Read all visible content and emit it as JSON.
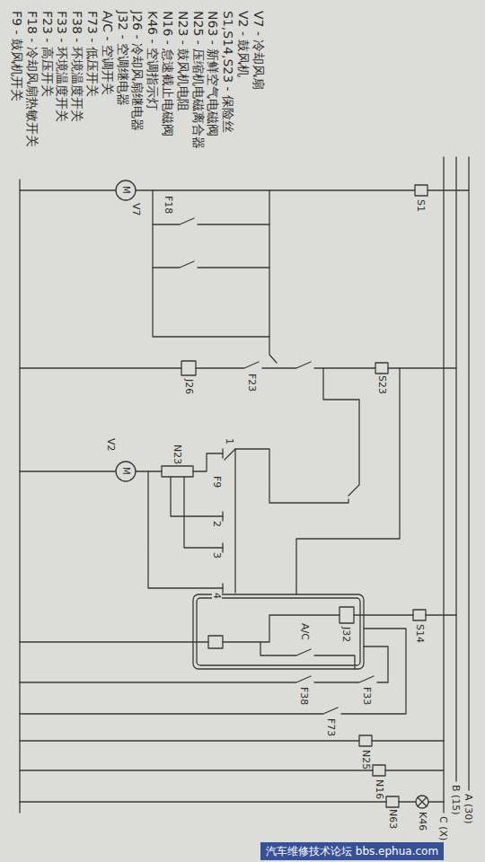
{
  "diagram": {
    "labels": [
      "F9 - 鼓风机开关",
      "F18 - 冷却风扇热敏开关",
      "F23 - 高压开关",
      "F33 - 环境温度开关",
      "F38 - 环境温度开关",
      "F73 - 低压开关",
      "A/C - 空调开关",
      "J32 - 空调继电器",
      "J26 - 冷却风扇继电器",
      "K46 - 空调指示灯",
      "N16 - 怠速截止电磁阀",
      "N23 - 鼓风机电阻",
      "N25 - 压缩机电磁离合器",
      "N63 - 新鲜空气电磁阀",
      "S1,S14,S23 - 保险丝",
      "V2 - 鼓风机",
      "V7 - 冷却风扇",
      "S1",
      "M",
      "V7",
      "F18",
      "J26",
      "F23",
      "S23",
      "N23",
      "M",
      "V2",
      "F9",
      "1",
      "2",
      "3",
      "4",
      "J32",
      "A/C",
      "S14",
      "F38",
      "F33",
      "F73",
      "N25",
      "N16",
      "N63",
      "K46",
      "A (30)",
      "B (15)",
      "C (X)",
      "汽车维修技术论坛 bbs.ephua.com"
    ]
  }
}
